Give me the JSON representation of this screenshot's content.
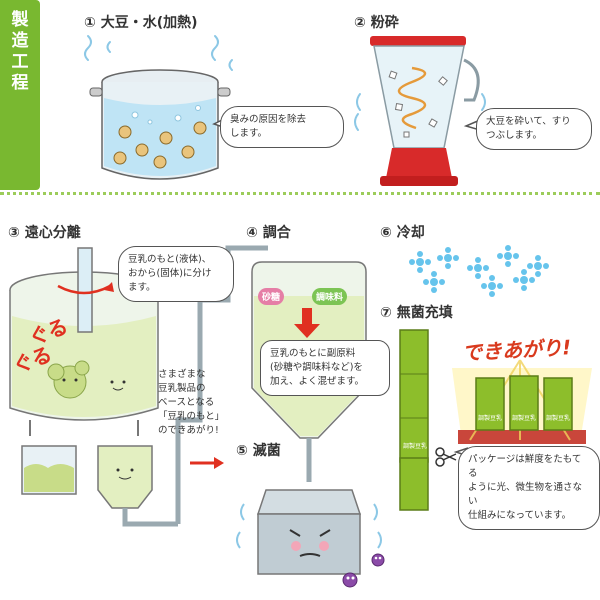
{
  "title": "製造工程",
  "steps": {
    "s1": "① 大豆・水(加熱)",
    "s2": "② 粉砕",
    "s3": "③ 遠心分離",
    "s4": "④ 調合",
    "s5": "⑤ 滅菌",
    "s6": "⑥ 冷却",
    "s7": "⑦ 無菌充填"
  },
  "bubbles": {
    "b1": [
      "臭みの原因を除去",
      "します。"
    ],
    "b2": [
      "大豆を砕いて、すり",
      "つぶします。"
    ],
    "b3": [
      "豆乳のもと(液体)、",
      "おから(固体)に分け",
      "ます。"
    ],
    "b4": [
      "豆乳のもとに副原料",
      "(砂糖や調味料など)を",
      "加え、よく混ぜます。"
    ],
    "b5": [
      "パッケージは鮮度をたもてる",
      "ように光、微生物を通さない",
      "仕組みになっています。"
    ]
  },
  "notes": {
    "n3": [
      "さまざまな",
      "豆乳製品の",
      "ベースとなる",
      "「豆乳のもと」",
      "のできあがり!"
    ]
  },
  "tags": {
    "sugar": "砂糖",
    "seasoning": "調味料"
  },
  "effects": {
    "guru": "ぐる",
    "dekiagari": "できあがり!"
  },
  "package_label": "調製豆乳",
  "colors": {
    "green": "#79b830",
    "water": "#bfe4f5",
    "soymilk": "#e3efc1",
    "blender_red": "#d82a2a",
    "package_green": "#8dbe2b",
    "ice_blue": "#66c4ec"
  }
}
